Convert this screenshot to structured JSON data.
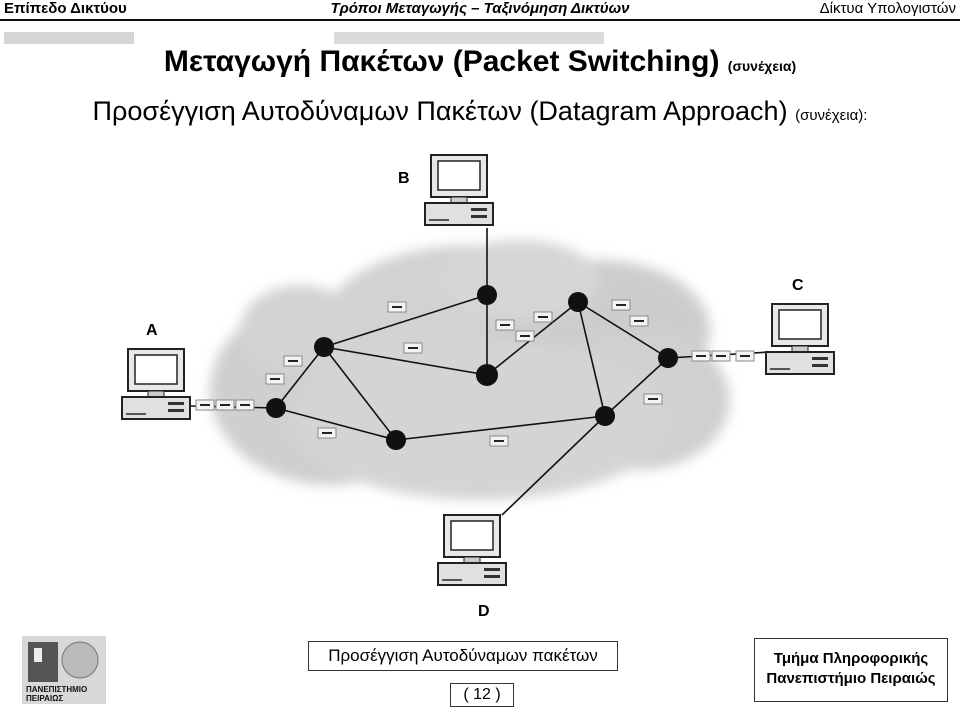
{
  "header": {
    "left": "Επίπεδο Δικτύου",
    "center": "Τρόποι Μεταγωγής – Ταξινόμηση Δικτύων",
    "right": "Δίκτυα Υπολογιστών"
  },
  "title": {
    "main": "Μεταγωγή Πακέτων (Packet Switching)",
    "main_suffix": "(συνέχεια)",
    "sub": "Προσέγγιση Αυτοδύναμων Πακέτων (Datagram Approach)",
    "sub_suffix": "(συνέχεια):"
  },
  "diagram": {
    "hosts": [
      "A",
      "B",
      "C",
      "D"
    ]
  },
  "footer": {
    "caption": "Προσέγγιση Αυτοδύναμων πακέτων",
    "page": "( 12 )",
    "university_logo_text": "ΠΑΝΕΠΙΣΤΗΜΙΟ ΠΕΙΡΑΙΩΣ",
    "department_line1": "Τμήμα Πληροφορικής",
    "department_line2": "Πανεπιστήμιο Πειραιώς"
  }
}
